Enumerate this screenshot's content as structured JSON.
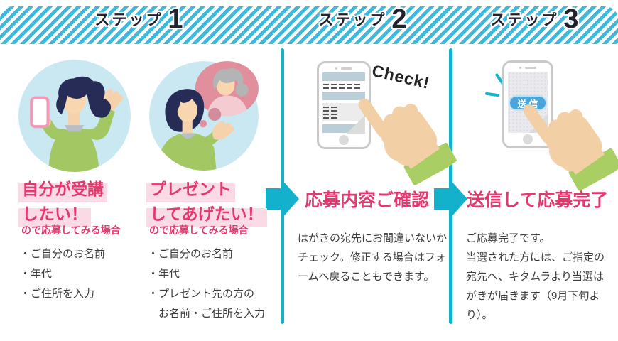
{
  "colors": {
    "stripe_cyan": "#3eb9dc",
    "teal_accent": "#14b1cd",
    "pink_headline": "#e5386e",
    "pink_highlight": "#fadae4",
    "circle_bg": "#c9e8f2",
    "green": "#a3c763",
    "body_text": "#3b3b3b"
  },
  "header": {
    "steps": [
      {
        "label": "ステップ",
        "number": "1"
      },
      {
        "label": "ステップ",
        "number": "2"
      },
      {
        "label": "ステップ",
        "number": "3"
      }
    ]
  },
  "step1": {
    "case_self": {
      "headline_line1": "自分が受講",
      "headline_line2": "したい！",
      "condition": "ので応募してみる場合",
      "bullets": [
        "・ご自分のお名前",
        "・年代",
        "・ご住所を入力"
      ]
    },
    "case_gift": {
      "headline_line1": "プレゼント",
      "headline_line2": "してあげたい！",
      "condition": "ので応募してみる場合",
      "bullets": [
        "・ご自分のお名前",
        "・年代",
        "・プレゼント先の方の",
        "　お名前・ご住所を入力"
      ]
    }
  },
  "step2": {
    "check_label": "Check!",
    "headline": "応募内容ご確認",
    "description": "はがきの宛先にお間違いないかチェック。修正する場合はフォームへ戻ることもできます。"
  },
  "step3": {
    "send_button": "送信",
    "headline": "送信して応募完了",
    "description": "ご応募完了です。\n当選された方には、ご指定の宛先へ、キタムラより当選はがきが届きます（9月下旬より）。"
  }
}
